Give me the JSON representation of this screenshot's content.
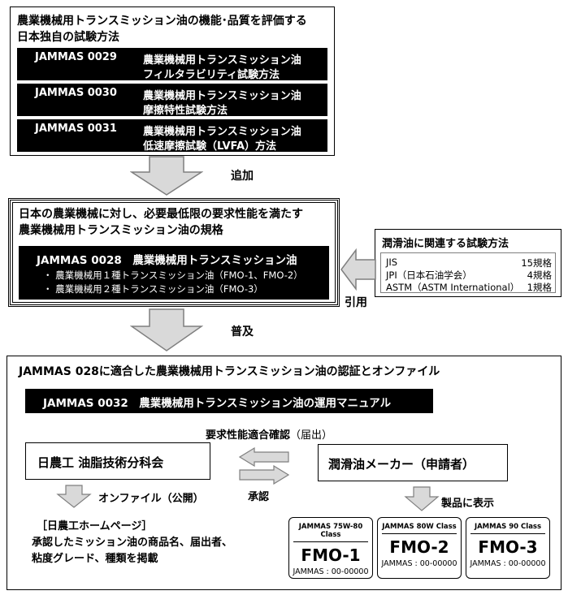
{
  "top_box": {
    "title_line1": "農業機械用トランスミッション油の機能･品質を評価する",
    "title_line2": "日本独自の試験方法",
    "methods": [
      {
        "code": "JAMMAS 0029",
        "line1": "農業機械用トランスミッション油",
        "line2": "フィルタラビリティ試験方法"
      },
      {
        "code": "JAMMAS 0030",
        "line1": "農業機械用トランスミッション油",
        "line2": "摩擦特性試験方法"
      },
      {
        "code": "JAMMAS 0031",
        "line1": "農業機械用トランスミッション油",
        "line2": "低速摩擦試験（LVFA）方法"
      }
    ]
  },
  "arrow1_label": "追加",
  "middle_box": {
    "title_line1": "日本の農業機械に対し、必要最低限の要求性能を満たす",
    "title_line2": "農業機械用トランスミッション油の規格",
    "standard": "JAMMAS 0028　農業機械用トランスミッション油",
    "item1": "・ 農業機械用１種トランスミッション油（FMO-1、FMO-2）",
    "item2": "・ 農業機械用２種トランスミッション油（FMO-3）"
  },
  "side_box": {
    "title": "潤滑油に関連する試験方法",
    "rows": [
      {
        "name": "JIS",
        "count": "15規格"
      },
      {
        "name": "JPI（日本石油学会）",
        "count": "4規格"
      },
      {
        "name": "ASTM（ASTM International）",
        "count": "1規格"
      }
    ],
    "arrow_label": "引用"
  },
  "arrow2_label": "普及",
  "bottom_box": {
    "title": "JAMMAS 028に適合した農業機械用トランスミッション油の認証とオンファイル",
    "manual": "JAMMAS 0032　農業機械用トランスミッション油の運用マニュアル",
    "confirm_label_bold": "要求性能適合確認",
    "confirm_label_rest": "（届出）",
    "approve_label": "承認",
    "left_node": "日農工 油脂技術分科会",
    "right_node": "潤滑油メーカー（申請者）",
    "onfile_label": "オンファイル（公開）",
    "display_label": "製品に表示",
    "homepage_title": "［日農工ホームページ］",
    "homepage_line1": "承認したミッション油の商品名、届出者、",
    "homepage_line2": "粘度グレード、種類を掲載",
    "cards": [
      {
        "cls": "JAMMAS 75W-80 Class",
        "fmo": "FMO-1",
        "num": "JAMMAS : 00-00000"
      },
      {
        "cls": "JAMMAS 80W Class",
        "fmo": "FMO-2",
        "num": "JAMMAS : 00-00000"
      },
      {
        "cls": "JAMMAS 90 Class",
        "fmo": "FMO-3",
        "num": "JAMMAS : 00-00000"
      }
    ]
  },
  "colors": {
    "arrow_fill": "#d9d9d9",
    "arrow_stroke": "#7f7f7f",
    "black": "#000000"
  }
}
